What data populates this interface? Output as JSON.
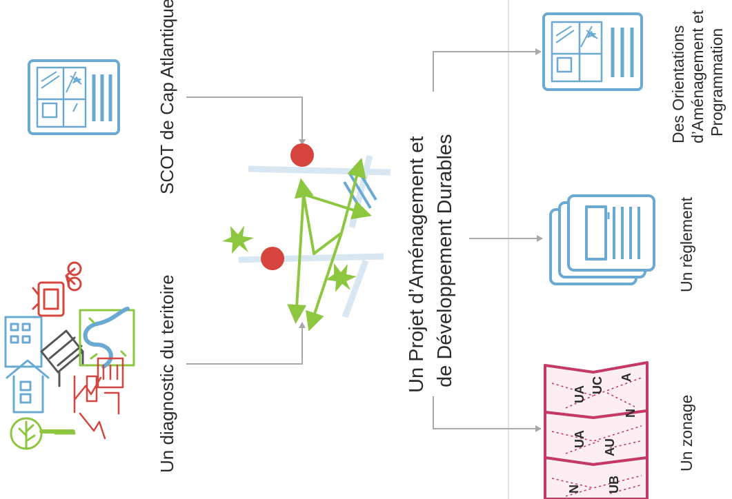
{
  "inputs": {
    "diagnostic_label": "Un diagnostic du teritoire",
    "scot_label": "SCOT de Cap Atlantique"
  },
  "padd": {
    "line1": "Un Projet d’Aménagement et",
    "line2": "de Développement Durables"
  },
  "outputs": {
    "zonage_label": "Un zonage",
    "reglement_label": "Un règlement",
    "oap_line1": "Des Orientations",
    "oap_line2": "d’Aménagement et",
    "oap_line3": "Programmation"
  },
  "zoning_map_codes": [
    "N",
    "UB",
    "AU",
    "UA",
    "N",
    "UA",
    "UC",
    "A"
  ],
  "colors": {
    "blue": "#6aa9d2",
    "green": "#8dc63f",
    "red": "#d6453d",
    "magenta": "#c43a64",
    "arrow": "#a8a8a8",
    "text": "#2b2b2b"
  },
  "icons": [
    "tree-icon",
    "house-icon",
    "building-icon",
    "tv-icon",
    "bike-icon",
    "river-map-icon",
    "chart-icon",
    "document-icon",
    "stacked-documents-icon",
    "zoning-map-icon",
    "star-icon",
    "dot-icon"
  ]
}
